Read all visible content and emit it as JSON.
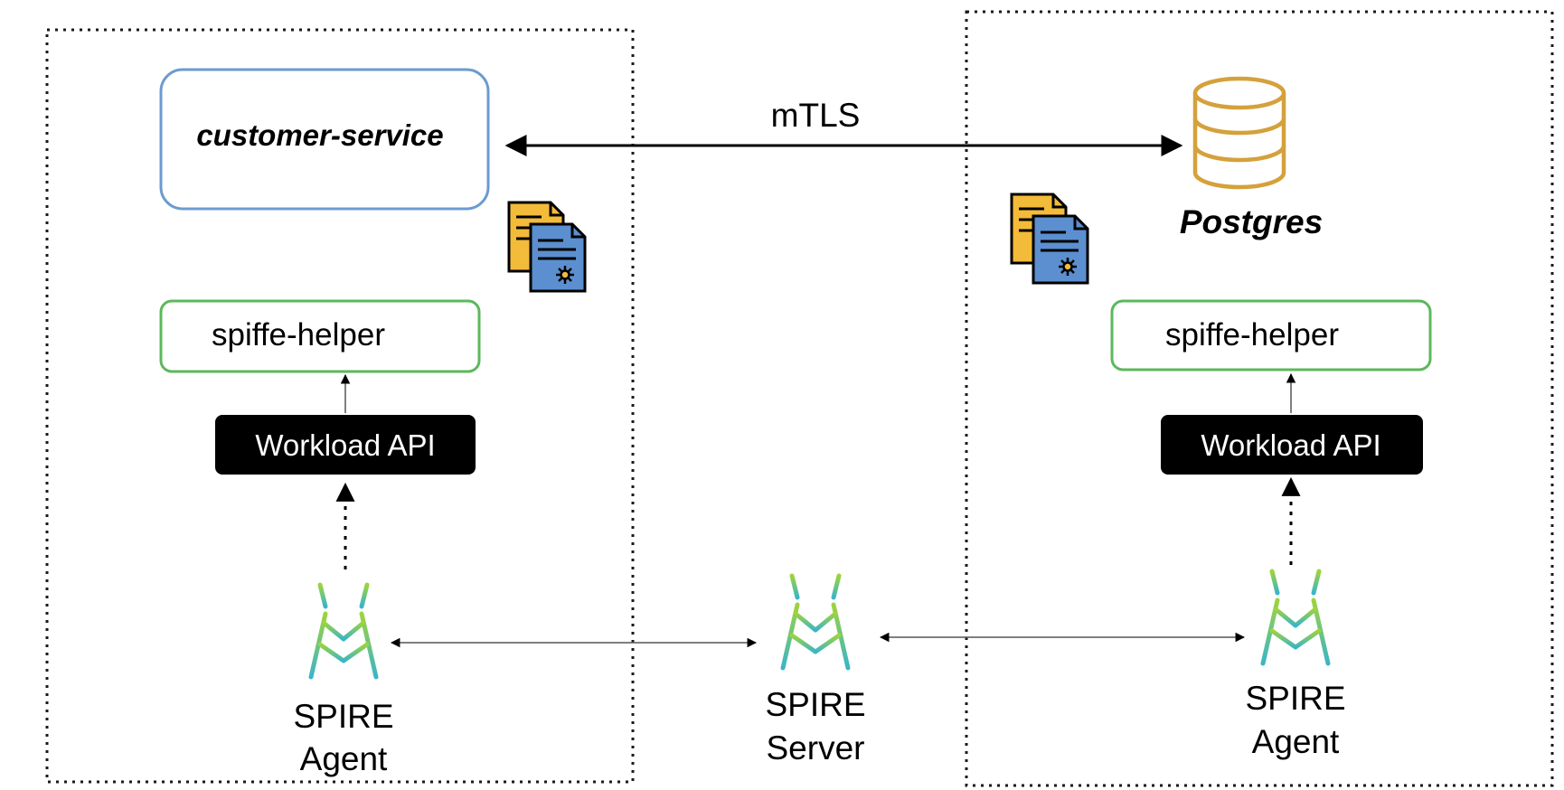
{
  "left_host": {
    "service": {
      "label": "customer-service"
    },
    "helper": {
      "label": "spiffe-helper"
    },
    "workload_api": {
      "label": "Workload API"
    },
    "agent": {
      "label_line1": "SPIRE",
      "label_line2": "Agent"
    }
  },
  "right_host": {
    "database": {
      "label": "Postgres"
    },
    "helper": {
      "label": "spiffe-helper"
    },
    "workload_api": {
      "label": "Workload API"
    },
    "agent": {
      "label_line1": "SPIRE",
      "label_line2": "Agent"
    }
  },
  "server": {
    "label_line1": "SPIRE",
    "label_line2": "Server"
  },
  "connection": {
    "label": "mTLS"
  },
  "colors": {
    "service_border": "#6b9bd0",
    "helper_border": "#5cb85c",
    "api_fill": "#000000",
    "database": "#d4a13b",
    "doc_yellow": "#f3bb3a",
    "doc_blue": "#5b8fcf",
    "spire_top": "#9ed43c",
    "spire_bottom": "#3ab5c9"
  },
  "icons": {
    "database": "database-icon",
    "certificate": "certificate-documents-icon",
    "spire": "spire-tower-icon"
  }
}
